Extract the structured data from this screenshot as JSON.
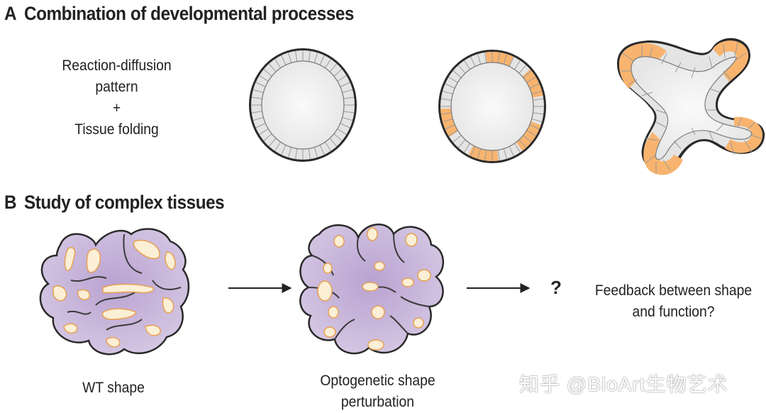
{
  "panel_a": {
    "letter": "A",
    "title": "Combination of developmental processes",
    "text_lines": [
      "Reaction-diffusion",
      "pattern",
      "+",
      "Tissue folding"
    ]
  },
  "panel_b": {
    "letter": "B",
    "title": "Study of complex tissues",
    "wt_label": "WT shape",
    "opto_label_lines": [
      "Optogenetic shape",
      "perturbation"
    ],
    "question": "?",
    "feedback_lines": [
      "Feedback between shape",
      "and function?"
    ]
  },
  "watermark": "知乎 @BioArt生物艺术",
  "colors": {
    "cell_grey": "#e4e4e4",
    "cell_orange": "#f8b46e",
    "lumen": "#f2f2f2",
    "tissue_purple": "#c5b0d8",
    "lumen_cream": "#fbefd6",
    "lumen_edge": "#e8a050",
    "outline": "#2a2a2a"
  }
}
